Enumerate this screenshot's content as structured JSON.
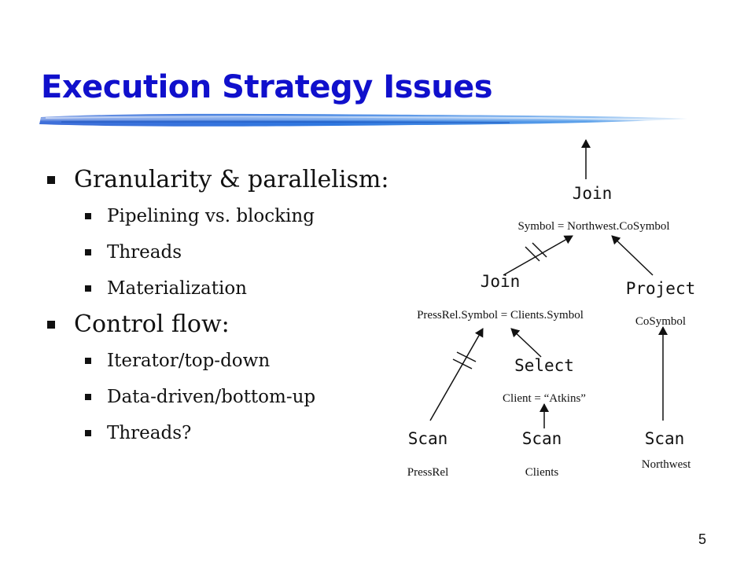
{
  "slide": {
    "title": "Execution Strategy Issues",
    "page_number": "5"
  },
  "bullets": [
    {
      "text": "Granularity & parallelism:",
      "subitems": [
        "Pipelining vs. blocking",
        "Threads",
        "Materialization"
      ]
    },
    {
      "text": "Control flow:",
      "subitems": [
        "Iterator/top-down",
        "Data-driven/bottom-up",
        "Threads?"
      ]
    }
  ],
  "plan": {
    "join_top": {
      "label": "Join",
      "param": "Symbol = Northwest.CoSymbol"
    },
    "join_left": {
      "label": "Join",
      "param": "PressRel.Symbol = Clients.Symbol"
    },
    "project": {
      "label": "Project",
      "param": "CoSymbol"
    },
    "select": {
      "label": "Select",
      "param": "Client = “Atkins”"
    },
    "scan_pressrel": {
      "label": "Scan",
      "param": "PressRel"
    },
    "scan_clients": {
      "label": "Scan",
      "param": "Clients"
    },
    "scan_northwest": {
      "label": "Scan",
      "param": "Northwest"
    }
  }
}
